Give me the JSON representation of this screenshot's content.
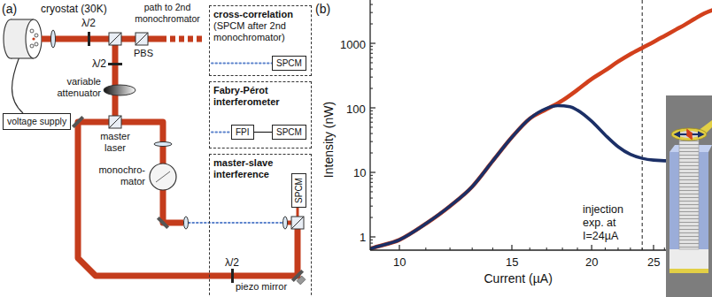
{
  "diagram": {
    "nodes": [
      {
        "text": [
          "voltage supply"
        ]
      },
      {
        "text": [
          "cross-correlation",
          "(SPCM after 2nd monochromator)"
        ]
      },
      {
        "text": [
          "SPCM"
        ],
        "in": 1
      },
      {
        "text": [
          "Fabry-Pérot interferometer"
        ]
      },
      {
        "text": [
          "FPI"
        ],
        "in": 3
      },
      {
        "text": [
          "SPCM"
        ],
        "in": 3
      },
      {
        "text": [
          "master-slave interference"
        ]
      },
      {
        "text": [
          "SPCM"
        ],
        "in": 6
      }
    ],
    "edges": [
      {
        "from": 4,
        "to": 5,
        "arrow": "none"
      }
    ],
    "labels": [
      "(a)",
      "cryostat (30K)",
      "λ/2",
      "path to 2nd monochromator",
      "PBS",
      "λ/2",
      "variable attenuator",
      "master laser",
      "monochro- mator",
      "λ/2",
      "piezo mirror",
      "(b)",
      "Intensity (nW)",
      "1000",
      "100",
      "10",
      "1",
      "10",
      "15",
      "20",
      "25",
      "Current (µA)",
      "injection exp. at I=24µA"
    ]
  }
}
